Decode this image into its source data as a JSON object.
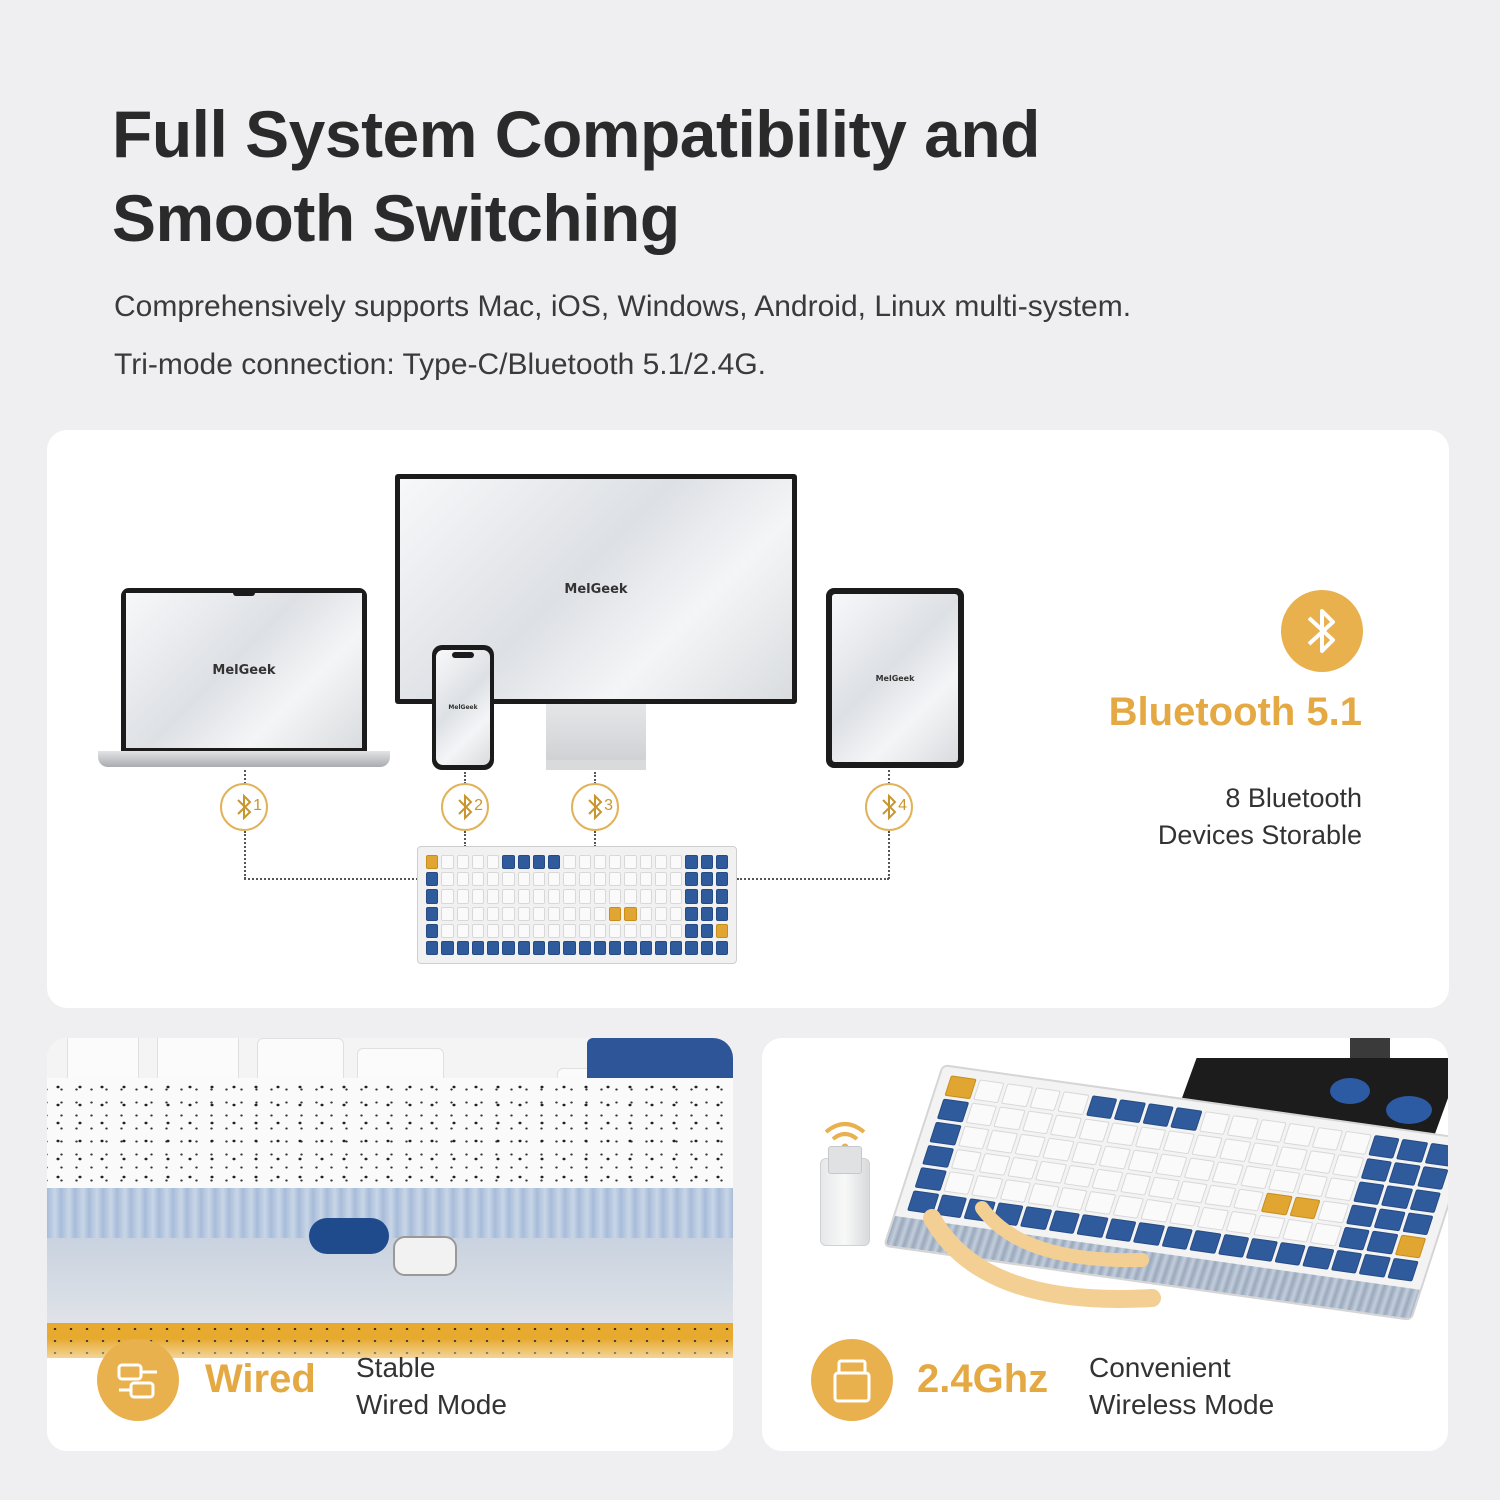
{
  "header": {
    "title_line1": "Full System Compatibility and",
    "title_line2": "Smooth Switching",
    "subtitle1": "Comprehensively supports Mac, iOS, Windows, Android, Linux multi-system.",
    "subtitle2": "Tri-mode connection: Type-C/Bluetooth 5.1/2.4G."
  },
  "devices": {
    "brand": "MelGeek",
    "bt_slots": [
      "1",
      "2",
      "3",
      "4"
    ]
  },
  "bluetooth": {
    "title": "Bluetooth 5.1",
    "desc_line1": "8 Bluetooth",
    "desc_line2": "Devices Storable",
    "icon": "bluetooth-icon"
  },
  "wired": {
    "name": "Wired",
    "desc_line1": "Stable",
    "desc_line2": "Wired Mode",
    "icon": "cable-icon"
  },
  "wireless": {
    "name": "2.4Ghz",
    "desc_line1": "Convenient",
    "desc_line2": "Wireless Mode",
    "icon": "usb-dongle-icon"
  },
  "colors": {
    "accent": "#e9b04e",
    "keycap_blue": "#2f5a9c",
    "keycap_orange": "#e1a531"
  }
}
